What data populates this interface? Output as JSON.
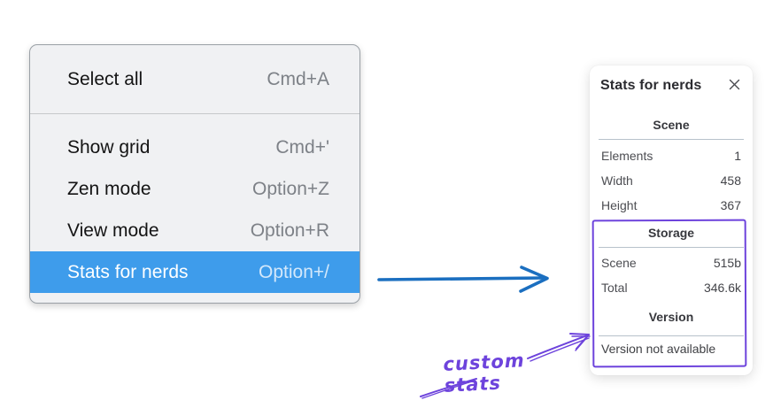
{
  "context_menu": {
    "sections": [
      {
        "items": [
          {
            "label": "Select all",
            "shortcut": "Cmd+A",
            "highlighted": false
          }
        ]
      },
      {
        "items": [
          {
            "label": "Show grid",
            "shortcut": "Cmd+'",
            "highlighted": false
          },
          {
            "label": "Zen mode",
            "shortcut": "Option+Z",
            "highlighted": false
          },
          {
            "label": "View mode",
            "shortcut": "Option+R",
            "highlighted": false
          },
          {
            "label": "Stats for nerds",
            "shortcut": "Option+/",
            "highlighted": true
          }
        ]
      }
    ]
  },
  "stats_panel": {
    "title": "Stats for nerds",
    "close_icon": "close-icon",
    "sections": [
      {
        "heading": "Scene",
        "rows": [
          {
            "label": "Elements",
            "value": "1"
          },
          {
            "label": "Width",
            "value": "458"
          },
          {
            "label": "Height",
            "value": "367"
          }
        ]
      },
      {
        "heading": "Storage",
        "rows": [
          {
            "label": "Scene",
            "value": "515b"
          },
          {
            "label": "Total",
            "value": "346.6k"
          }
        ]
      },
      {
        "heading": "Version",
        "rows": []
      }
    ],
    "version_note": "Version not available"
  },
  "annotation": {
    "label": "custom stats"
  },
  "colors": {
    "menu_highlight": "#3e9ceb",
    "arrow_blue": "#1b6fc0",
    "annotation_purple": "#6d43dc",
    "panel_divider": "#b7c2cb"
  }
}
